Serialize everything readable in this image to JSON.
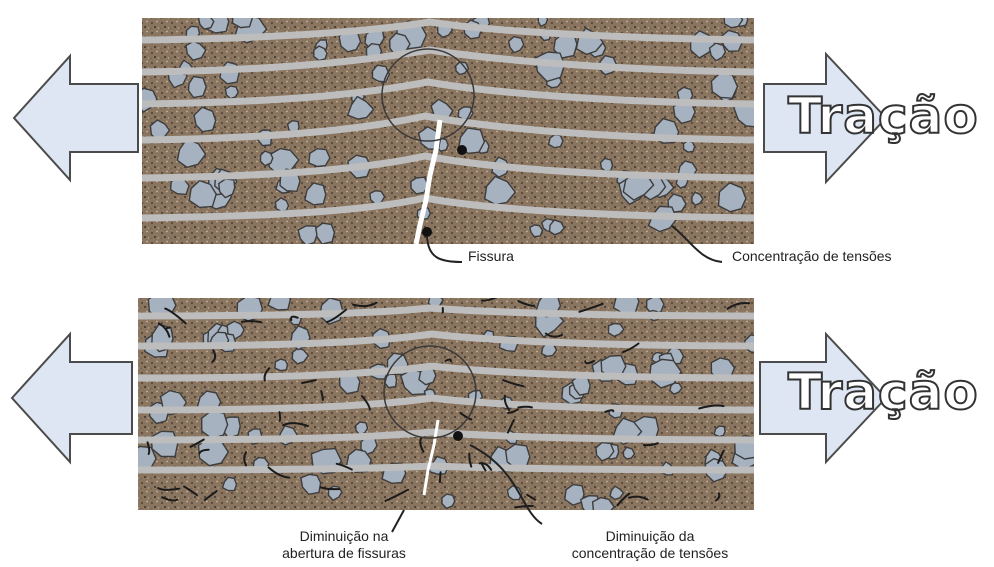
{
  "top_panel": {
    "traction_label": "Tração",
    "crack_label": "Fissura",
    "stress_label": "Concentração de tensões"
  },
  "bottom_panel": {
    "traction_label": "Tração",
    "crack_reduction_label_line1": "Diminuição na",
    "crack_reduction_label_line2": "abertura de fissuras",
    "stress_reduction_label_line1": "Diminuição da",
    "stress_reduction_label_line2": "concentração de tensões"
  },
  "colors": {
    "arrow_fill": "#dde6f2",
    "arrow_stroke": "#4b4b4b",
    "concrete_base": "#8a7560",
    "aggregate": "#a7b2c0",
    "stress_lines": "#bdbdbd",
    "fibers": "#1b1b1b"
  }
}
